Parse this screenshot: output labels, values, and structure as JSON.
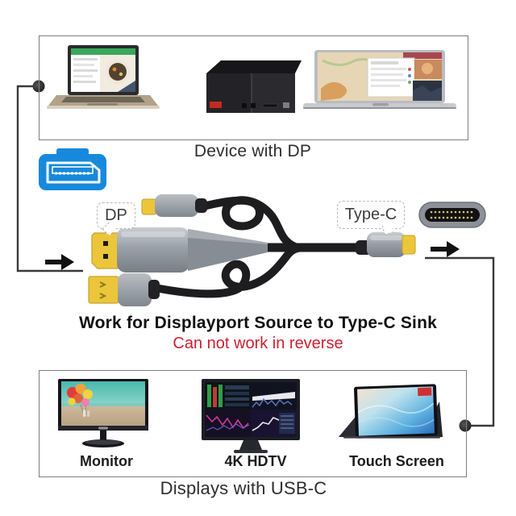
{
  "colors": {
    "accent_blue": "#1789dc",
    "connector_yellow": "#ecc63a",
    "metal_gray": "#969ba3",
    "cable_black": "#1d1d1f",
    "warning_red": "#cd2130",
    "text_dark": "#2e2e2e",
    "box_border": "#7f7f7f",
    "badge_red": "#c22a22"
  },
  "source_section": {
    "caption": "Device with DP",
    "devices": [
      "laptop",
      "desktop-pc",
      "macbook"
    ]
  },
  "cable": {
    "dp_label": "DP",
    "typec_label": "Type-C"
  },
  "icons": {
    "dp_port": "dp-port-icon",
    "usb_c_port": "usb-c-port-icon",
    "arrow_left": "flow-arrow-icon",
    "arrow_right": "flow-arrow-icon"
  },
  "message": {
    "headline": "Work for Displayport Source to Type-C Sink",
    "warning": "Can not work in reverse"
  },
  "sink_section": {
    "caption": "Displays with USB-C",
    "devices": [
      {
        "label": "Monitor"
      },
      {
        "label": "4K HDTV"
      },
      {
        "label": "Touch Screen"
      }
    ]
  }
}
